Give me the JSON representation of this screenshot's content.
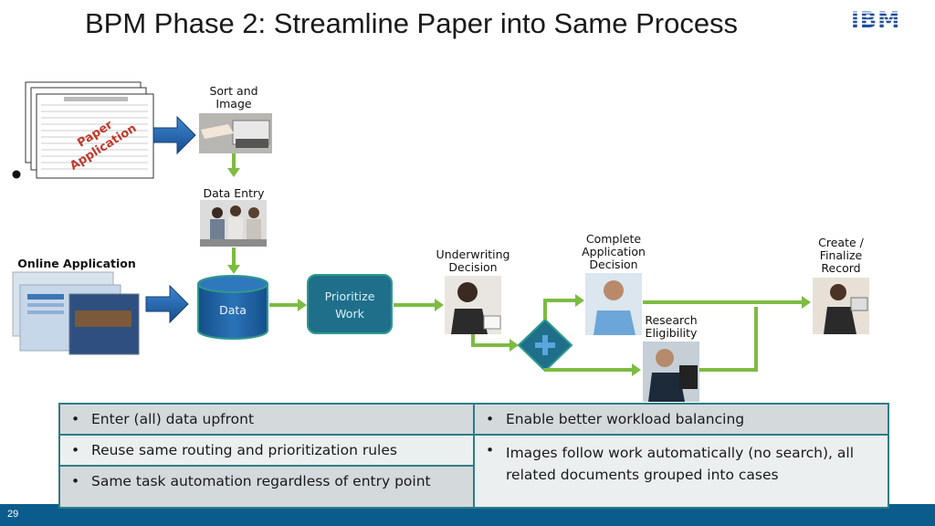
{
  "slide": {
    "title": "BPM Phase 2: Streamline Paper into Same Process",
    "logo": "IBM",
    "page_number": "29"
  },
  "diagram": {
    "paper_label": "Paper\nApplication",
    "sort_image": "Sort and\nImage",
    "data_entry": "Data Entry",
    "online_application": "Online Application",
    "data": "Data",
    "prioritize": "Prioritize\nWork",
    "underwriting": "Underwriting\nDecision",
    "complete_decision": "Complete\nApplication\nDecision",
    "research": "Research\nEligibility",
    "create_record": "Create /\nFinalize\nRecord"
  },
  "bullets": {
    "left": [
      "Enter (all) data upfront",
      "Reuse same routing and prioritization rules",
      "Same task automation regardless of entry point"
    ],
    "right": [
      "Enable better workload balancing",
      "Images follow work automatically (no search), all related documents grouped into cases"
    ]
  },
  "colors": {
    "arrow_green": "#7dbb42",
    "arrow_blue": "#1f5fa8",
    "box_teal": "#1f6f8b",
    "bar_blue": "#0b5c8c"
  }
}
